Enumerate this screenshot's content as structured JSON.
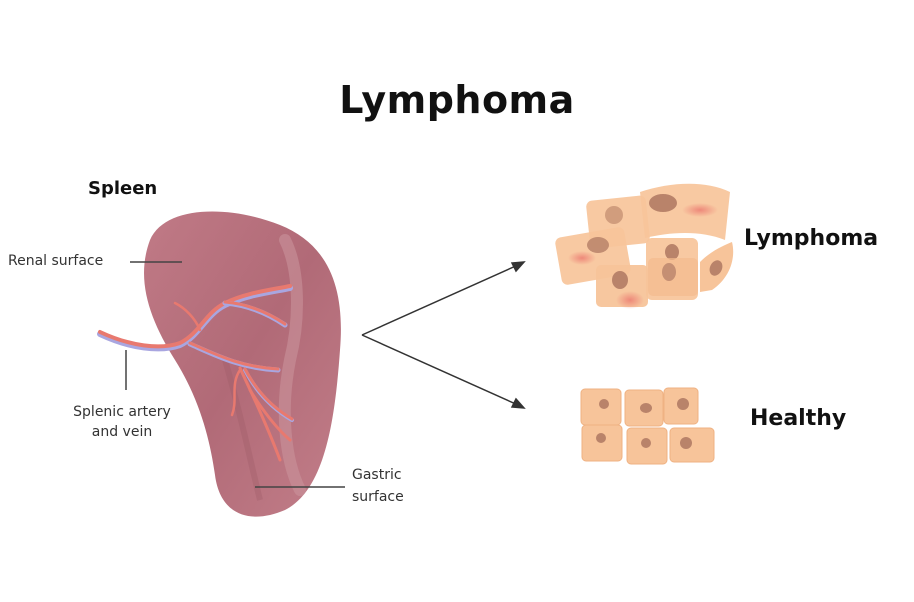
{
  "title": "Lymphoma",
  "spleen": {
    "heading": "Spleen",
    "labels": {
      "renal_surface": "Renal surface",
      "splenic_artery_line1": "Splenic artery",
      "splenic_artery_line2": "and vein",
      "gastric_line1": "Gastric",
      "gastric_line2": "surface"
    }
  },
  "cells": {
    "lymphoma_label": "Lymphoma",
    "healthy_label": "Healthy"
  },
  "colors": {
    "spleen": "#b86f7c",
    "spleen_dark": "#a45e6b",
    "artery": "#e8796f",
    "vein": "#a9a6e0",
    "cell": "#f7c49a",
    "cell_edge": "#efb283",
    "nucleus": "#b9836a",
    "inflammation": "#ec8a7e"
  }
}
